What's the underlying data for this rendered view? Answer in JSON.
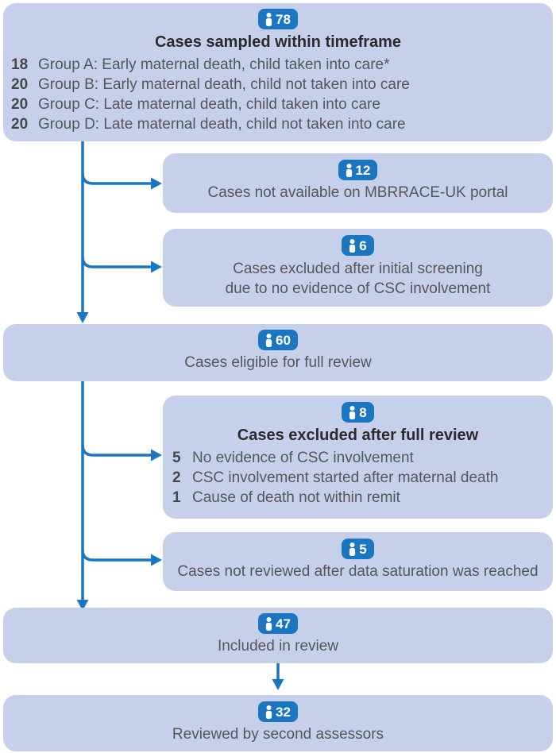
{
  "figure": {
    "type": "flow-diagram",
    "description": "Case selection flowchart"
  },
  "colors": {
    "box_background": "#c7d0ea",
    "badge_blue": "#1b76bf",
    "arrow_blue": "#1b76bf",
    "title_text": "#2b2a2e",
    "body_text": "#55565c",
    "list_number_text": "#46474c",
    "badge_text": "#ffffff"
  },
  "boxes": {
    "sampled": {
      "badge": "78",
      "title": "Cases sampled within timeframe",
      "items": [
        {
          "n": "18",
          "label": "Group A: Early maternal death, child taken into care*"
        },
        {
          "n": "20",
          "label": "Group B: Early maternal death, child not taken into care"
        },
        {
          "n": "20",
          "label": "Group C: Late maternal death, child taken into care"
        },
        {
          "n": "20",
          "label": "Group D: Late maternal death, child not taken into care"
        }
      ]
    },
    "not_available": {
      "badge": "12",
      "line1": "Cases not available on MBRRACE-UK portal"
    },
    "excluded_screening": {
      "badge": "6",
      "line1": "Cases excluded after initial screening",
      "line2": "due to no evidence of CSC involvement"
    },
    "eligible": {
      "badge": "60",
      "line1": "Cases eligible for full review"
    },
    "excluded_full": {
      "badge": "8",
      "title": "Cases excluded after full review",
      "items": [
        {
          "n": "5",
          "label": "No evidence of CSC involvement"
        },
        {
          "n": "2",
          "label": "CSC involvement started after maternal death"
        },
        {
          "n": "1",
          "label": "Cause of death not within remit"
        }
      ]
    },
    "not_reviewed": {
      "badge": "5",
      "line1": "Cases not reviewed after data saturation was reached"
    },
    "included": {
      "badge": "47",
      "line1": "Included in review"
    },
    "second_assessors": {
      "badge": "32",
      "line1": "Reviewed by second assessors"
    }
  }
}
